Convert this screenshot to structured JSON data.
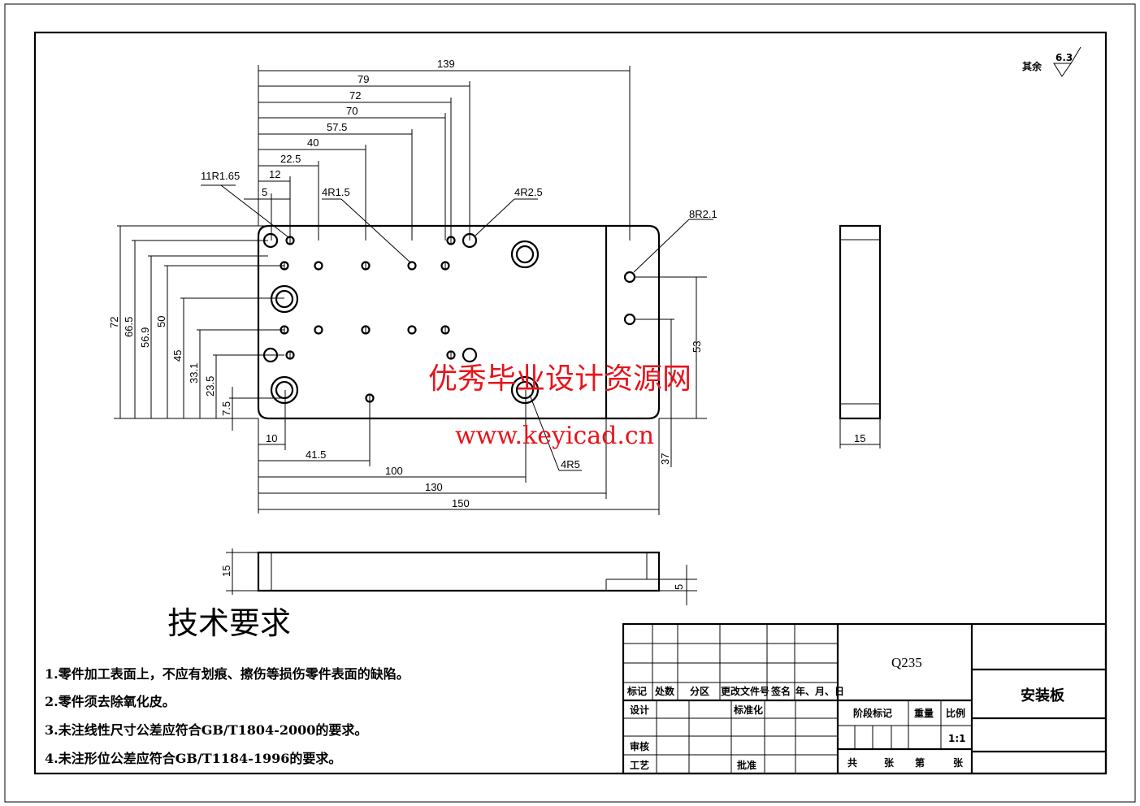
{
  "roughness": {
    "label": "其余",
    "value": "6.3"
  },
  "top_dims": [
    "139",
    "79",
    "72",
    "70",
    "57.5",
    "40",
    "22.5",
    "12",
    "5"
  ],
  "hole_callouts": {
    "a": "11R1.65",
    "b": "4R1.5",
    "c": "4R2.5",
    "d": "8R2.1",
    "e": "4R5"
  },
  "left_dims": [
    "72",
    "66.5",
    "56.9",
    "50",
    "45",
    "33.1",
    "23.5",
    "7.5"
  ],
  "bottom_dims": [
    "10",
    "41.5",
    "100",
    "130",
    "150"
  ],
  "right_dims": [
    "53",
    "37"
  ],
  "side_view_dim": "15",
  "bottom_view_dims": {
    "thickness": "15",
    "step": "5"
  },
  "watermark": {
    "line1": "优秀毕业设计资源网",
    "line2": "www.keyicad.cn",
    "color": "#e8141c"
  },
  "tech_req": {
    "title": "技术要求",
    "items": [
      "1.零件加工表面上，不应有划痕、擦伤等损伤零件表面的缺陷。",
      "2.零件须去除氧化皮。",
      "3.未注线性尺寸公差应符合GB/T1804-2000的要求。",
      "4.未注形位公差应符合GB/T1184-1996的要求。"
    ]
  },
  "title_block": {
    "headers": [
      "标记",
      "处数",
      "分区",
      "更改文件号",
      "签名",
      "年、月、日"
    ],
    "design": "设计",
    "standardize": "标准化",
    "review": "审核",
    "process": "工艺",
    "approve": "批准",
    "material": "Q235",
    "stage_mark": "阶段标记",
    "weight": "重量",
    "scale_label": "比例",
    "scale": "1:1",
    "total": "共",
    "sheets1": "张",
    "sheet_no": "第",
    "sheets2": "张",
    "part_name": "安装板"
  }
}
